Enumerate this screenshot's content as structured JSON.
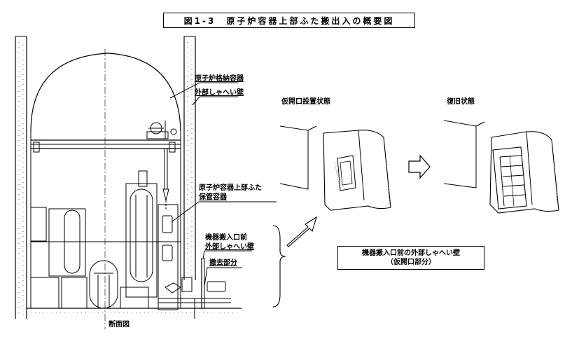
{
  "title": "図1-3　原子炉容器上部ふた搬出入の概要図",
  "labels": {
    "containment_vessel": "原子炉格納容器",
    "outer_shield_wall": "外部しゃへい壁",
    "temp_opening_state": "仮開口設置状態",
    "restored_state": "復旧状態",
    "head_storage_line1": "原子炉容器上部ふた",
    "head_storage_line2": "保管容器",
    "hatch_wall_line1": "機器搬入口前",
    "hatch_wall_line2": "外部しゃへい壁",
    "removed_part": "撤去部分",
    "section_view": "断面図"
  },
  "note": {
    "line1": "機器搬入口前の外部しゃへい壁",
    "line2": "（仮開口部分）"
  }
}
